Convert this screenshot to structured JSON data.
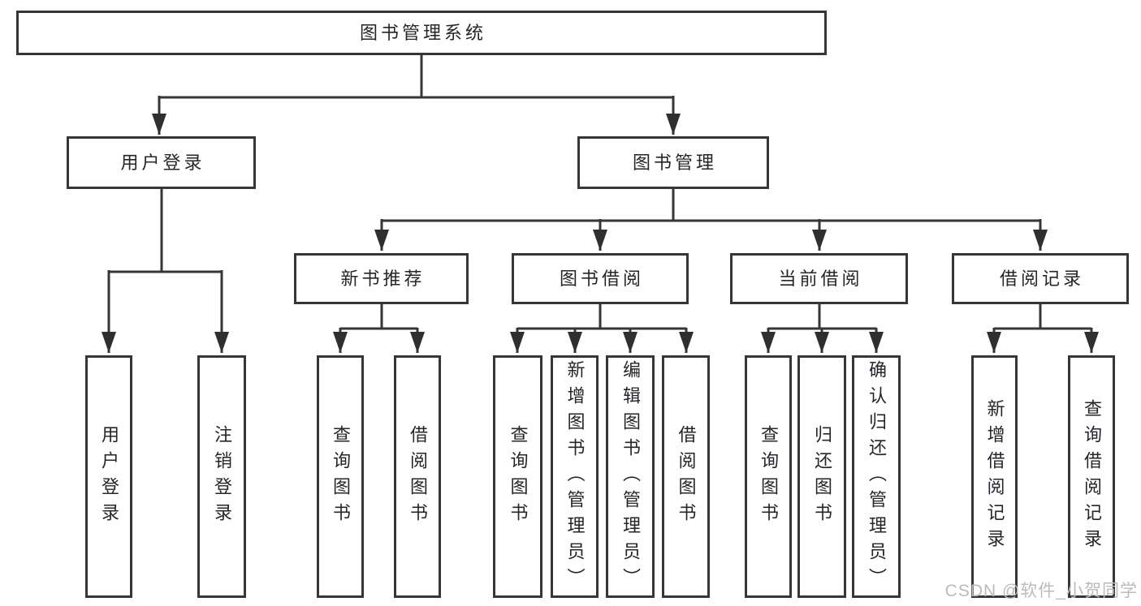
{
  "diagram": {
    "root": {
      "label": "图书管理系统"
    },
    "branches": [
      {
        "label": "用户登录",
        "children": [
          {
            "label": "用户登录"
          },
          {
            "label": "注销登录"
          }
        ]
      },
      {
        "label": "图书管理",
        "groups": [
          {
            "label": "新书推荐",
            "children": [
              {
                "label": "查询图书"
              },
              {
                "label": "借阅图书"
              }
            ]
          },
          {
            "label": "图书借阅",
            "children": [
              {
                "label": "查询图书"
              },
              {
                "label": "新增图书（管理员）"
              },
              {
                "label": "编辑图书（管理员）"
              },
              {
                "label": "借阅图书"
              }
            ]
          },
          {
            "label": "当前借阅",
            "children": [
              {
                "label": "查询图书"
              },
              {
                "label": "归还图书"
              },
              {
                "label": "确认归还（管理员）"
              }
            ]
          },
          {
            "label": "借阅记录",
            "children": [
              {
                "label": "新增借阅记录"
              },
              {
                "label": "查询借阅记录"
              }
            ]
          }
        ]
      }
    ]
  },
  "watermark": {
    "text": "CSDN @软件_小贺同学"
  },
  "colors": {
    "line": "#363636",
    "box_border": "#363636",
    "text": "#26262a",
    "watermark": "#b9bbbe",
    "background": "#ffffff"
  }
}
